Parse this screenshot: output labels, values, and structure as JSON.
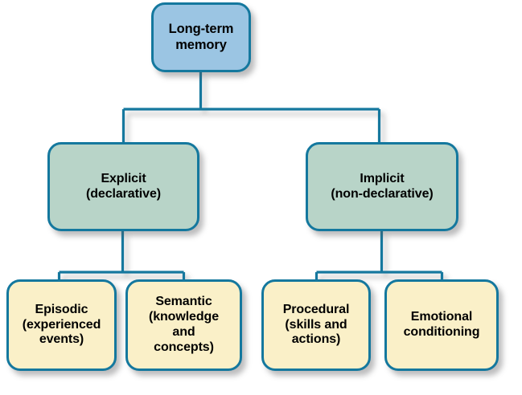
{
  "diagram": {
    "type": "hierarchy-tree",
    "title": "Long-term memory types",
    "orientation": "top-down",
    "levels": 3,
    "colors": {
      "border": "#14789E",
      "connector": "#14789E",
      "root_fill": "#9BC5E3",
      "branch_fill": "#B8D4C8",
      "leaf_fill": "#FAF0C8",
      "text": "#000000",
      "background": "#FFFFFF",
      "shadow": "#5A5A5C"
    },
    "root": {
      "label": "Long-term\nmemory"
    },
    "branches": [
      {
        "label": "Explicit\n(declarative)",
        "children": [
          {
            "label": "Episodic\n(experienced\nevents)"
          },
          {
            "label": "Semantic\n(knowledge\nand\nconcepts)"
          }
        ]
      },
      {
        "label": "Implicit\n(non-declarative)",
        "children": [
          {
            "label": "Procedural\n(skills and\nactions)"
          },
          {
            "label": "Emotional\nconditioning"
          }
        ]
      }
    ]
  }
}
